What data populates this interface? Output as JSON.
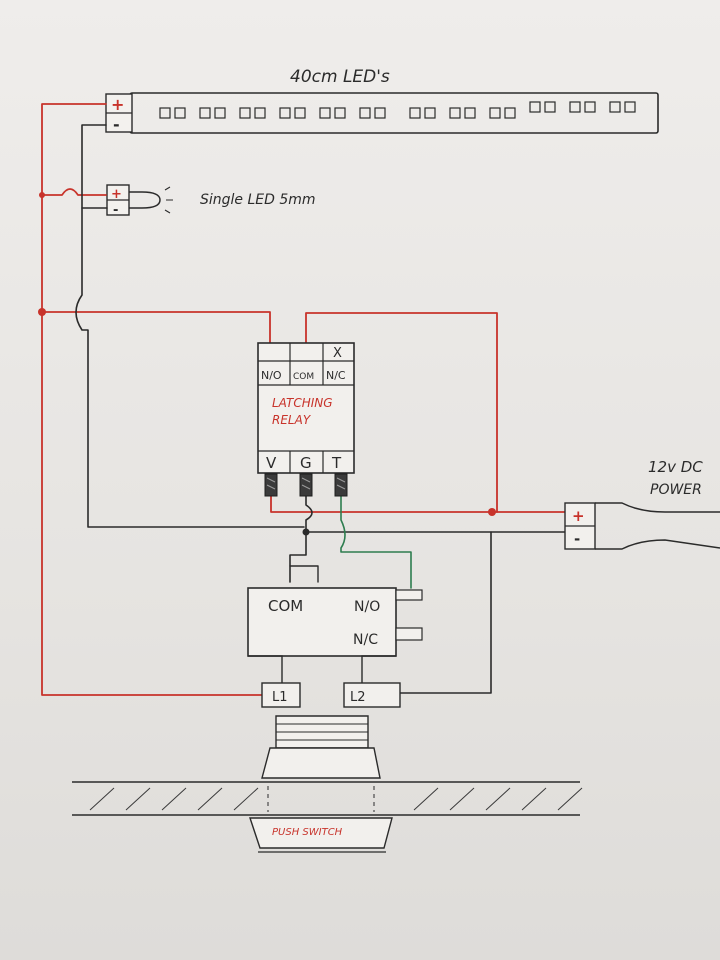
{
  "strip": {
    "title": "40cm LED's",
    "plus": "+",
    "minus": "-"
  },
  "single_led": {
    "label": "Single LED 5mm",
    "plus": "+",
    "minus": "-"
  },
  "latching_relay": {
    "contacts": [
      "N/O",
      "COM",
      "N/C"
    ],
    "unused_mark": "X",
    "name_line1": "LATCHING",
    "name_line2": "RELAY",
    "pins": [
      "V",
      "G",
      "T"
    ]
  },
  "power": {
    "line1": "12v DC",
    "line2": "POWER",
    "plus": "+",
    "minus": "-"
  },
  "push_switch": {
    "com": "COM",
    "no": "N/O",
    "nc": "N/C",
    "l1": "L1",
    "l2": "L2",
    "label": "PUSH SWITCH"
  },
  "colors": {
    "positive_wire": "#c8332b",
    "negative_wire": "#2b2b2b",
    "signal_wire": "#2e7d4f",
    "paper": "#ebe9e6"
  }
}
